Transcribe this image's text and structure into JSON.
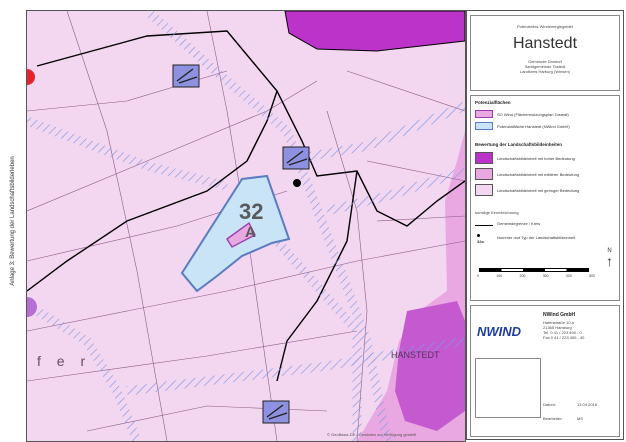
{
  "sidebar": {
    "vertical_text": "Anlage 3: Bewertung der Landschaftsbilderleben"
  },
  "map": {
    "area_number": "32",
    "area_letter": "A",
    "town_label": "HANSTEDT",
    "fragment_label": "f e r",
    "copyright": "© GeoBasis-DE / Geodaten zur Verfügung gestellt",
    "colors": {
      "lowValue": "#f3d6ef",
      "mediumValue": "#e9a8e2",
      "highValue": "#bb33c8",
      "potential": "#c9e4f7",
      "road": "#9db3e8",
      "border": "#000000"
    }
  },
  "legend": {
    "subtitle": "Potenzielles Windenergiegebiet",
    "title": "Hanstedt",
    "community": "Gemeinde Dorstorf",
    "joint_community": "Samtgemeinde Tostedt",
    "district": "Landkreis Harburg (Winsen)",
    "potential_header": "Potenzialflächen",
    "potential_items": [
      "SO Wind (Flächennutzungsplan Tostedt)",
      "Potenzialfläche Hanstedt (NWind GmbH)"
    ],
    "rating_header": "Bewertung der Landschaftsbildeinheiten",
    "rating_items": [
      "Landschaftsbildeinheit mit hoher Bedeutung",
      "Landschaftsbildeinheit mit mittlerer Bedeutung",
      "Landschaftsbildeinheit mit geringer Bedeutung"
    ],
    "other_header": "sonstige Kennzeichnung",
    "other_items": [
      "Gemeindegrenze / Kreis",
      "Nummer und Typ der Landschaftsbildeinheit"
    ],
    "other_symbol_label": "32a",
    "north": "N",
    "scale": [
      "0",
      "100",
      "200",
      "300",
      "400",
      "500"
    ],
    "company": "NWind GmbH",
    "address": [
      "Hafenstraße 10 a",
      "21365 Hamburg",
      "Tel. 0 41 / 223 400 - 0",
      "Fax 0 41 / 223 400 - 40"
    ],
    "logo": "NWIND",
    "date_label": "Datum:",
    "date": "13.04.2016",
    "author_label": "Bearbeiter:",
    "author": "MS"
  }
}
